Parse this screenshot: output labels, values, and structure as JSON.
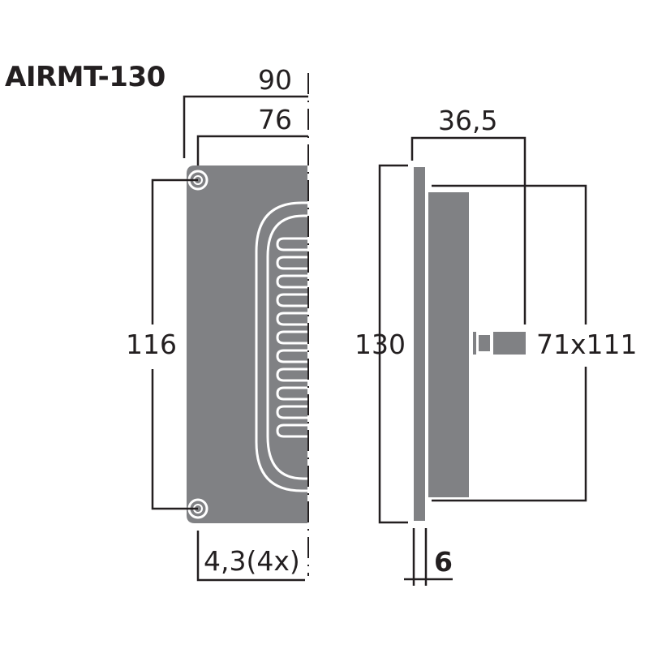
{
  "title": "AIRMT-130",
  "front_view": {
    "dim_outer_width": "90",
    "dim_hole_spacing_width": "76",
    "dim_hole_spacing_height": "116",
    "dim_hole_diameter": "4,3(4x)",
    "slot_count": 11
  },
  "side_view": {
    "dim_depth": "36,5",
    "dim_height": "130",
    "dim_cutout": "71x111",
    "dim_flange_thickness": "6"
  },
  "colors": {
    "body": "#808184",
    "line": "#231f20",
    "background": "#ffffff"
  }
}
